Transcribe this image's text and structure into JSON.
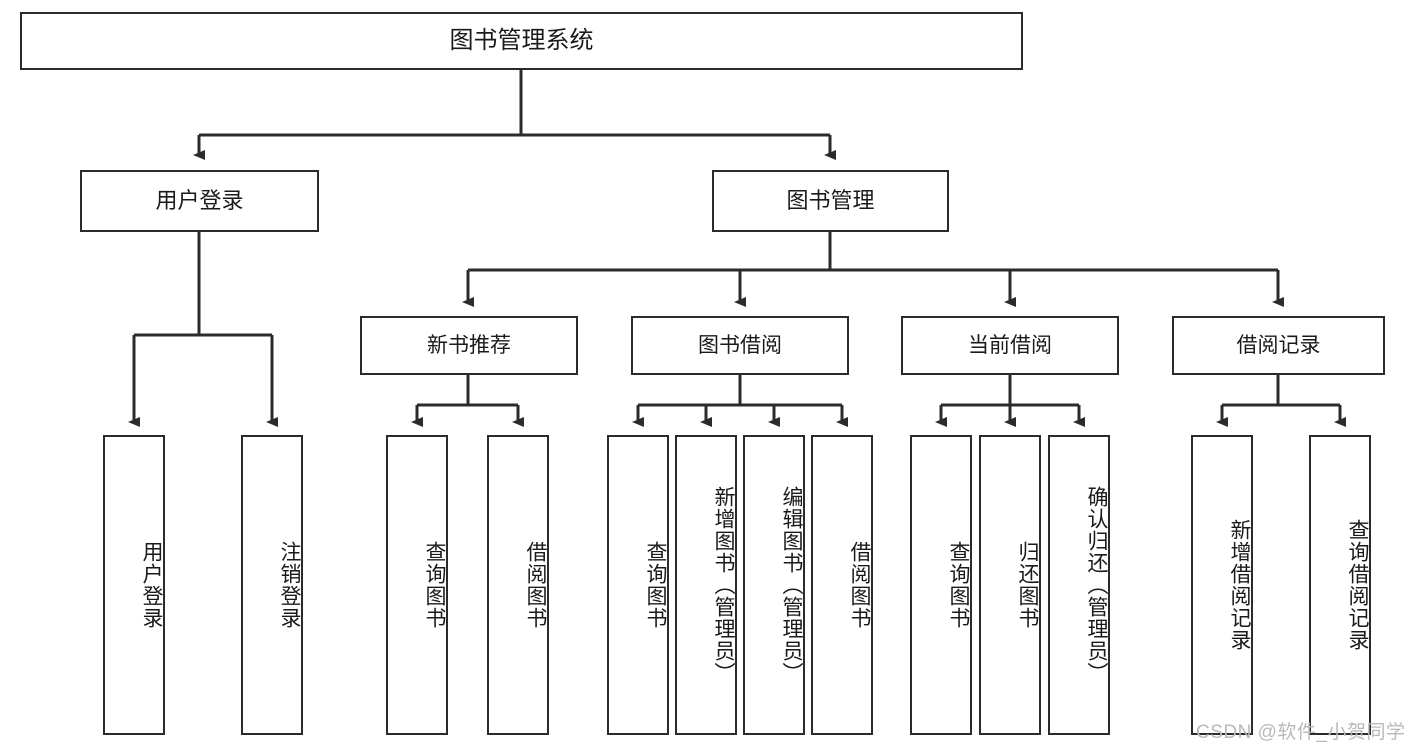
{
  "diagram": {
    "type": "tree-hierarchy",
    "title": "图书管理系统",
    "root": {
      "label": "图书管理系统"
    },
    "level1": [
      {
        "label": "用户登录"
      },
      {
        "label": "图书管理"
      }
    ],
    "level2": [
      {
        "label": "新书推荐"
      },
      {
        "label": "图书借阅"
      },
      {
        "label": "当前借阅"
      },
      {
        "label": "借阅记录"
      }
    ],
    "leaves": {
      "user_login": [
        {
          "label": "用户登录"
        },
        {
          "label": "注销登录"
        }
      ],
      "new_book_recommend": [
        {
          "label": "查询图书"
        },
        {
          "label": "借阅图书"
        }
      ],
      "book_borrow": [
        {
          "label": "查询图书"
        },
        {
          "label": "新增图书（管理员）"
        },
        {
          "label": "编辑图书（管理员）"
        },
        {
          "label": "借阅图书"
        }
      ],
      "current_borrow": [
        {
          "label": "查询图书"
        },
        {
          "label": "归还图书"
        },
        {
          "label": "确认归还（管理员）"
        }
      ],
      "borrow_records": [
        {
          "label": "新增借阅记录"
        },
        {
          "label": "查询借阅记录"
        }
      ]
    }
  },
  "watermark": {
    "text": "CSDN @软件_小贺同学"
  },
  "colors": {
    "stroke": "#2b2b2b",
    "background": "#ffffff",
    "text": "#1a1a1a",
    "watermark": "#b9b9b9"
  }
}
